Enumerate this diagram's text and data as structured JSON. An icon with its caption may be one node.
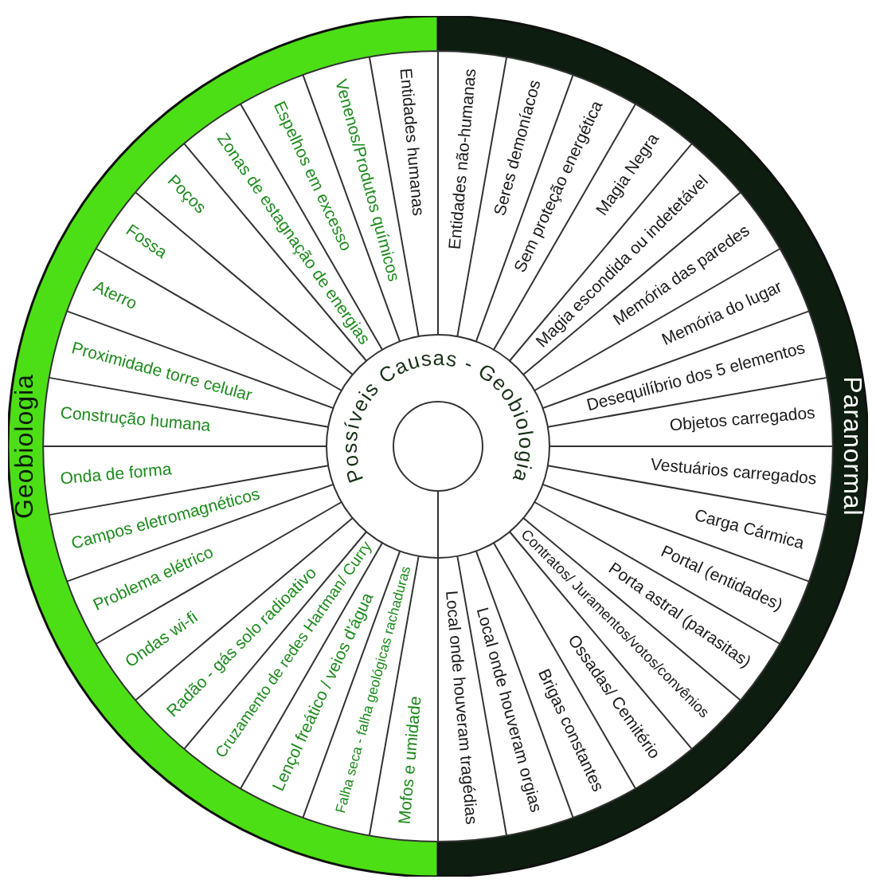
{
  "diagram": {
    "title": "Possíveis Causas - Geobiologia",
    "nodes": [
      {
        "text": [
          "Geobiologia"
        ]
      },
      {
        "text": [
          "Entidades humanas"
        ],
        "in": 0
      },
      {
        "text": [
          "Venenos/Produtos químicos"
        ],
        "in": 0
      },
      {
        "text": [
          "Espelhos em excesso"
        ],
        "in": 0
      },
      {
        "text": [
          "Zonas de estagnação de energias"
        ],
        "in": 0
      },
      {
        "text": [
          "Poços"
        ],
        "in": 0
      },
      {
        "text": [
          "Fossa"
        ],
        "in": 0
      },
      {
        "text": [
          "Aterro"
        ],
        "in": 0
      },
      {
        "text": [
          "Proximidade torre celular"
        ],
        "in": 0
      },
      {
        "text": [
          "Construção humana"
        ],
        "in": 0
      },
      {
        "text": [
          "Onda de forma"
        ],
        "in": 0
      },
      {
        "text": [
          "Campos eletromagnéticos"
        ],
        "in": 0
      },
      {
        "text": [
          "Problema elétrico"
        ],
        "in": 0
      },
      {
        "text": [
          "Ondas wi-fi"
        ],
        "in": 0
      },
      {
        "text": [
          "Radão - gás solo radioativo"
        ],
        "in": 0
      },
      {
        "text": [
          "Cruzamento de redes Hartman/ Curry"
        ],
        "in": 0
      },
      {
        "text": [
          "Lençol freático / veios d'água"
        ],
        "in": 0
      },
      {
        "text": [
          "Falha seca - falha geológicas rachaduras"
        ],
        "in": 0
      },
      {
        "text": [
          "Mofos e umidade"
        ],
        "in": 0
      },
      {
        "text": [
          "Paranormal"
        ]
      },
      {
        "text": [
          "Entidades não-humanas"
        ],
        "in": 19
      },
      {
        "text": [
          "Seres demoníacos"
        ],
        "in": 19
      },
      {
        "text": [
          "Sem proteção energética"
        ],
        "in": 19
      },
      {
        "text": [
          "Magia Negra"
        ],
        "in": 19
      },
      {
        "text": [
          "Magia escondida ou indetetável"
        ],
        "in": 19
      },
      {
        "text": [
          "Memória das paredes"
        ],
        "in": 19
      },
      {
        "text": [
          "Memória do lugar"
        ],
        "in": 19
      },
      {
        "text": [
          "Desequilíbrio dos 5 elementos"
        ],
        "in": 19
      },
      {
        "text": [
          "Objetos carregados"
        ],
        "in": 19
      },
      {
        "text": [
          "Vestuários carregados"
        ],
        "in": 19
      },
      {
        "text": [
          "Carga Cármica"
        ],
        "in": 19
      },
      {
        "text": [
          "Portal (entidades)"
        ],
        "in": 19
      },
      {
        "text": [
          "Porta astral (parasitas)"
        ],
        "in": 19
      },
      {
        "text": [
          "Contratos/ Juramentos/votos/convênios"
        ],
        "in": 19
      },
      {
        "text": [
          "Ossadas/ Cemitério"
        ],
        "in": 19
      },
      {
        "text": [
          "Brigas constantes"
        ],
        "in": 19
      },
      {
        "text": [
          "Local onde houveram orgias"
        ],
        "in": 19
      },
      {
        "text": [
          "Local onde houveram tragédias"
        ],
        "in": 19
      }
    ]
  }
}
